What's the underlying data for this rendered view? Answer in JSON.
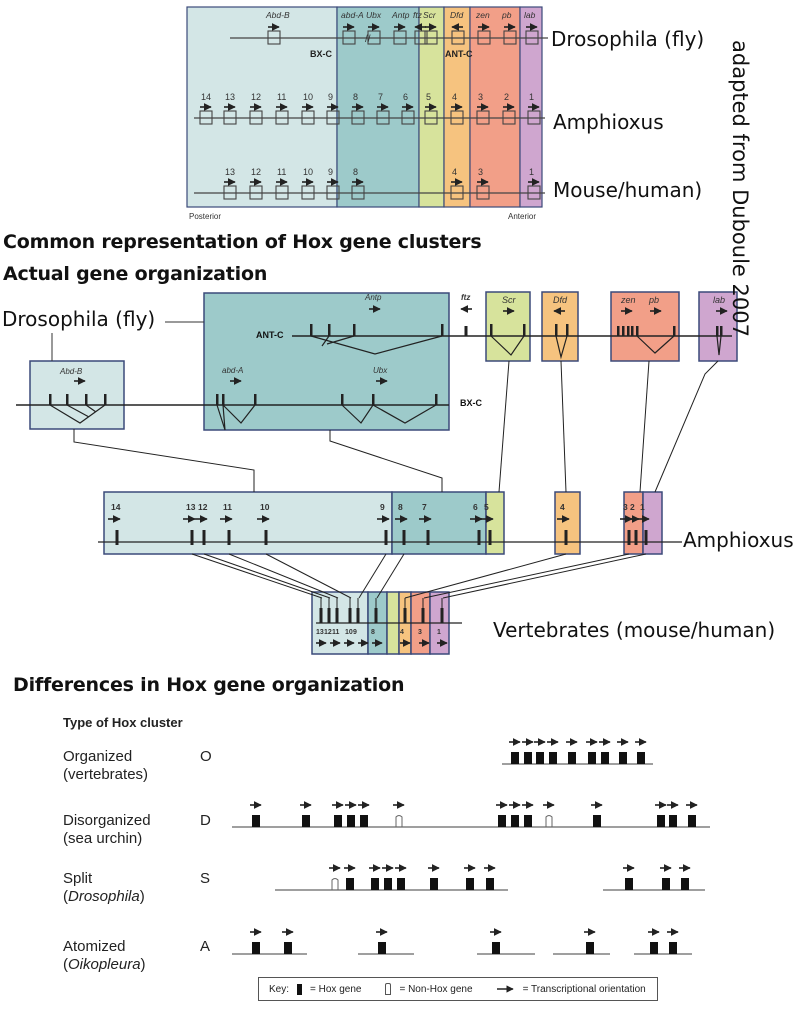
{
  "credit": "adapted from Duboule 2007",
  "common_representation": {
    "heading": "Common representation of Hox gene clusters",
    "axis": {
      "left": "Posterior",
      "right": "Anterior"
    },
    "species_labels": [
      "Drosophila (fly)",
      "Amphioxus",
      "Mouse/human)"
    ],
    "complex_labels": {
      "bxc": "BX-C",
      "antc": "ANT-C"
    },
    "colors": {
      "posterior": "#d3e6e6",
      "central": "#9dcaca",
      "scr": "#d7e39c",
      "dfd": "#f6c37f",
      "pb": "#f29f88",
      "lab": "#cfa6cf",
      "border": "#3b4a7a"
    },
    "fly_genes": [
      {
        "name": "Abd-B",
        "dir": "right"
      },
      {
        "name": "abd-A",
        "dir": "right"
      },
      {
        "name": "Ubx",
        "dir": "right"
      },
      {
        "name": "Antp",
        "dir": "right"
      },
      {
        "name": "ftz",
        "dir": "left"
      },
      {
        "name": "Scr",
        "dir": "right"
      },
      {
        "name": "Dfd",
        "dir": "left"
      },
      {
        "name": "zen",
        "dir": "right"
      },
      {
        "name": "pb",
        "dir": "right"
      },
      {
        "name": "lab",
        "dir": "right"
      }
    ],
    "amphioxus_genes": [
      "14",
      "13",
      "12",
      "11",
      "10",
      "9",
      "8",
      "7",
      "6",
      "5",
      "4",
      "3",
      "2",
      "1"
    ],
    "mouse_genes": [
      "13",
      "12",
      "11",
      "10",
      "9",
      "8",
      "4",
      "3",
      "1"
    ]
  },
  "actual_organization": {
    "heading": "Actual gene organization",
    "drosophila_label": "Drosophila (fly)",
    "complex_labels": {
      "antc": "ANT-C",
      "bxc": "BX-C"
    },
    "fly_gene_labels": [
      "Abd-B",
      "abd-A",
      "Ubx",
      "Antp",
      "ftz",
      "Scr",
      "Dfd",
      "zen",
      "pb",
      "lab"
    ],
    "amphioxus_label": "Amphioxus",
    "amphioxus_genes": [
      "14",
      "13",
      "12",
      "11",
      "10",
      "9",
      "8",
      "7",
      "6",
      "5",
      "4",
      "3",
      "2",
      "1"
    ],
    "vertebrate_label": "Vertebrates (mouse/human)",
    "vertebrate_genes": [
      "13",
      "12",
      "11",
      "10",
      "9",
      "8",
      "4",
      "3",
      "1"
    ]
  },
  "differences": {
    "heading": "Differences in Hox gene organization",
    "column_title": "Type of Hox cluster",
    "types": [
      {
        "name": "Organized",
        "example": "(vertebrates)",
        "example_italic": false,
        "letter": "O"
      },
      {
        "name": "Disorganized",
        "example": "(sea urchin)",
        "example_italic": false,
        "letter": "D"
      },
      {
        "name": "Split",
        "example": "Drosophila",
        "example_italic": true,
        "letter": "S"
      },
      {
        "name": "Atomized",
        "example": "Oikopleura",
        "example_italic": true,
        "letter": "A"
      }
    ],
    "key": {
      "title": "Key:",
      "hox": "= Hox gene",
      "nonhox": "= Non-Hox gene",
      "orientation": "= Transcriptional orientation"
    }
  }
}
